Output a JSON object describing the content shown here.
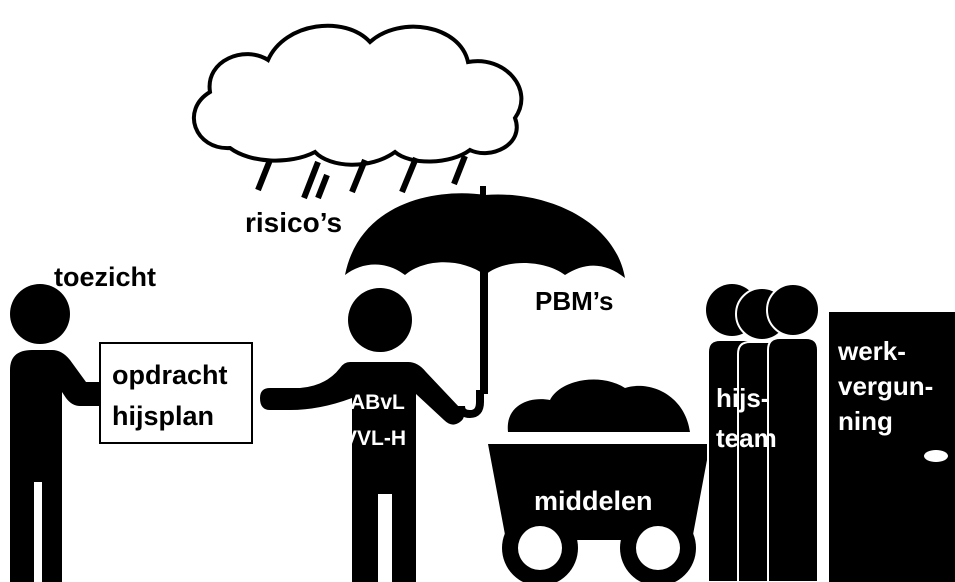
{
  "labels": {
    "risks": "risico’s",
    "supervision": "toezicht",
    "ppe": "PBM’s",
    "assignment_line1": "opdracht",
    "assignment_line2": "hijsplan",
    "person_line1": "ABvL",
    "person_line2": "VVL-H",
    "means": "middelen",
    "team_line1": "hijs-",
    "team_line2": "team",
    "permit_line1": "werk-",
    "permit_line2": "vergun-",
    "permit_line3": "ning"
  },
  "colors": {
    "ink": "#000000",
    "paper": "#ffffff"
  }
}
